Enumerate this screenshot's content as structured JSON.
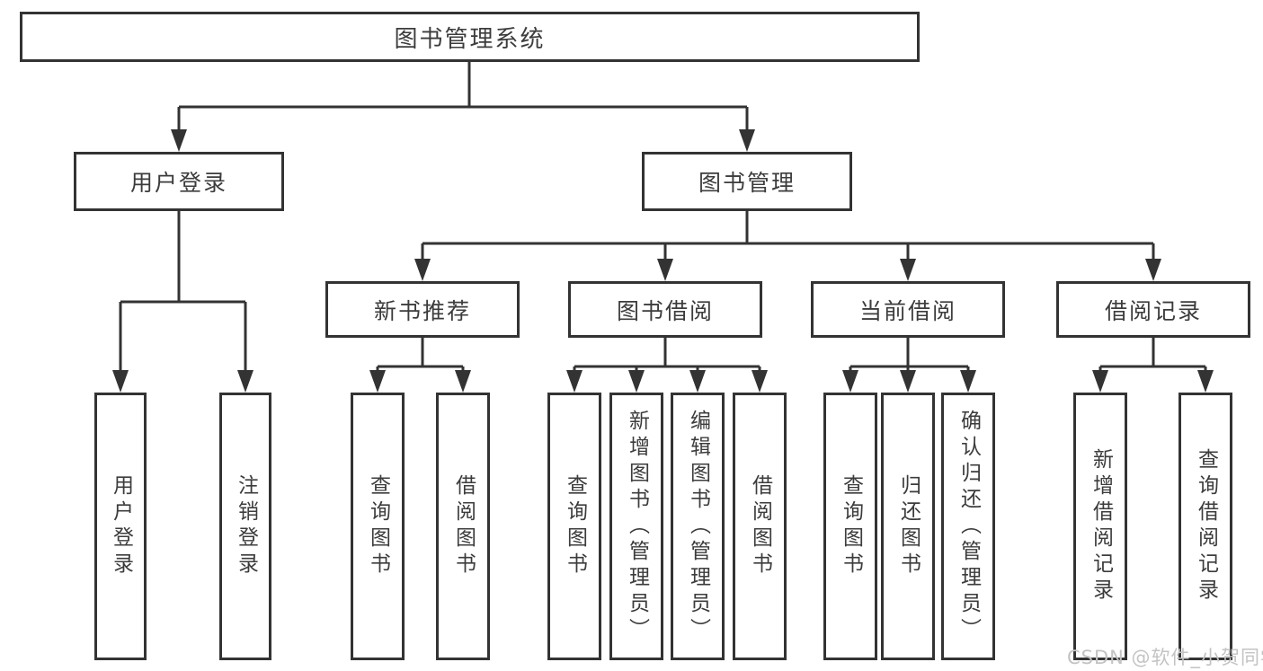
{
  "colors": {
    "line": "#333333",
    "text": "#3c3c3c",
    "box_background": "#ffffff",
    "watermark": "#c3c3c3"
  },
  "watermark": "CSDN @软件_小贺同学",
  "tree": {
    "root": "图书管理系统",
    "login_branch": {
      "label": "用户登录",
      "leaves": [
        "用户登录",
        "注销登录"
      ]
    },
    "management_branch": {
      "label": "图书管理",
      "groups": [
        {
          "label": "新书推荐",
          "leaves": [
            "查询图书",
            "借阅图书"
          ]
        },
        {
          "label": "图书借阅",
          "leaves": [
            "查询图书",
            "新增图书（管理员）",
            "编辑图书（管理员）",
            "借阅图书"
          ]
        },
        {
          "label": "当前借阅",
          "leaves": [
            "查询图书",
            "归还图书",
            "确认归还（管理员）"
          ]
        },
        {
          "label": "借阅记录",
          "leaves": [
            "新增借阅记录",
            "查询借阅记录"
          ]
        }
      ]
    }
  }
}
